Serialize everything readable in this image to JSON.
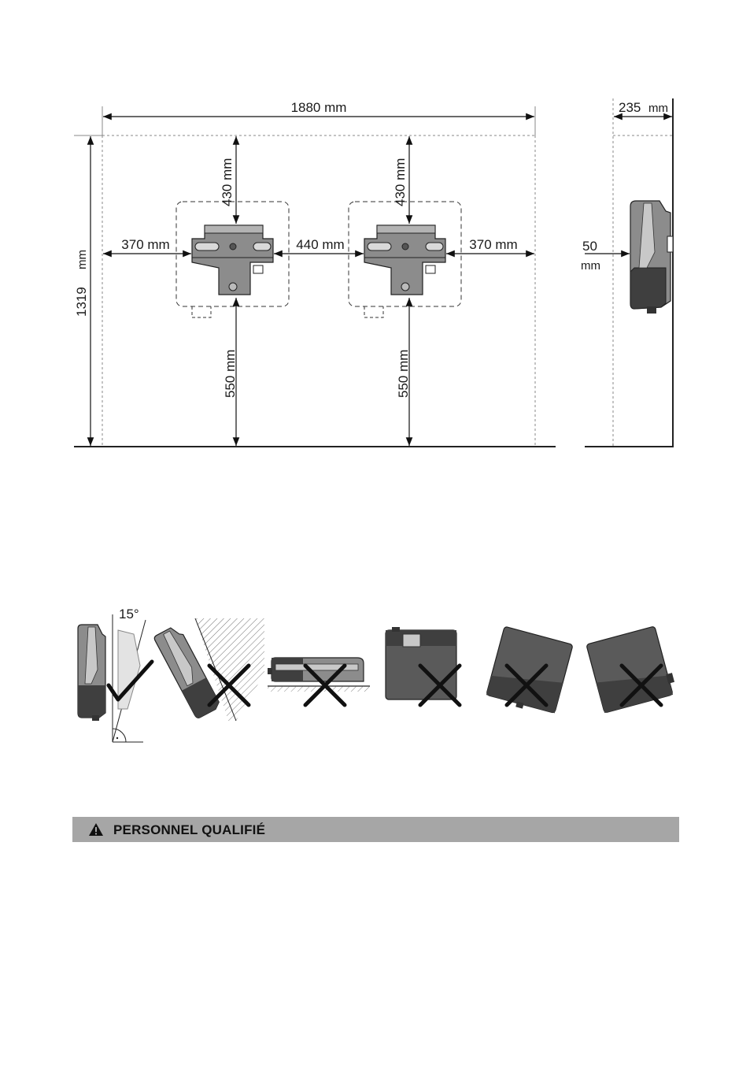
{
  "dimensions": {
    "total_width": "1880 mm",
    "total_height": "1319",
    "total_height_unit": "mm",
    "top_clearance_left": "430 mm",
    "top_clearance_right": "430 mm",
    "side_clearance_left": "370 mm",
    "gap_between": "440 mm",
    "side_clearance_right": "370 mm",
    "bottom_height_left": "550 mm",
    "bottom_height_right": "550 mm",
    "depth": "235",
    "depth_unit": "mm",
    "wall_distance": "50",
    "wall_distance_unit": "mm"
  },
  "orientation": {
    "tilt_angle": "15°"
  },
  "warning": {
    "title": "PERSONNEL QUALIFIÉ"
  },
  "colors": {
    "device_dark": "#4a4a4a",
    "device_mid": "#8c8c8c",
    "device_light": "#c8c8c8",
    "warning_bar": "#a6a6a6"
  }
}
